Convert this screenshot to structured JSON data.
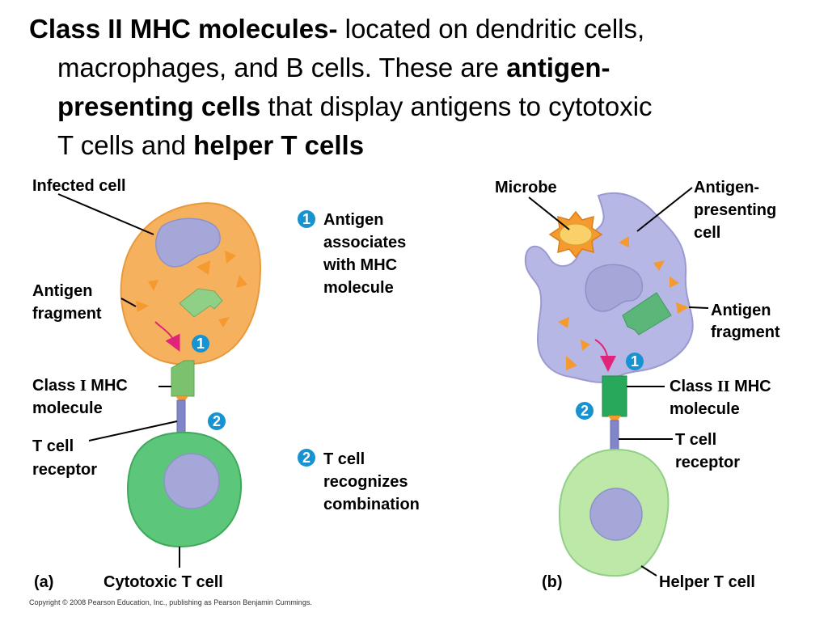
{
  "heading": {
    "term": "Class II MHC molecules-",
    "text1": " located on dendritic cells,",
    "text2": "macrophages, and B cells. These are ",
    "bold2": "antigen-",
    "bold3": "presenting cells",
    "text3": " that display antigens to cytotoxic",
    "text4": "T cells and ",
    "bold4": "helper T cells"
  },
  "left_panel": {
    "infected_cell": "Infected cell",
    "antigen_fragment": [
      "Antigen",
      "fragment"
    ],
    "class_prefix": "Class ",
    "class_roman": "I",
    "class_suffix": " MHC",
    "molecule": "molecule",
    "tcell_receptor": [
      "T cell",
      "receptor"
    ],
    "panel_label": "(a)",
    "cytotoxic": "Cytotoxic T cell"
  },
  "steps": {
    "step1_number": "1",
    "step1": [
      "Antigen",
      "associates",
      "with MHC",
      "molecule"
    ],
    "step2_number": "2",
    "step2": [
      "T cell",
      "recognizes",
      "combination"
    ]
  },
  "right_panel": {
    "microbe": "Microbe",
    "apc": [
      "Antigen-",
      "presenting",
      "cell"
    ],
    "antigen_fragment": [
      "Antigen",
      "fragment"
    ],
    "class_prefix": "Class ",
    "class_roman": "II",
    "class_suffix": " MHC",
    "molecule": "molecule",
    "tcell_receptor": [
      "T cell",
      "receptor"
    ],
    "panel_label": "(b)",
    "helper": "Helper T cell"
  },
  "copyright": "Copyright © 2008 Pearson Education, Inc., publishing as Pearson Benjamin Cummings.",
  "colors": {
    "infected_cell": "#f5b15e",
    "apc": "#b7b7e6",
    "tcell": "#5cc77a",
    "helper": "#bde8a8",
    "nucleus": "#a5a7d9",
    "mhc_green": "#7cc26e",
    "receptor": "#8186c8",
    "marker": "#1793d1",
    "antigen": "#f59a2e",
    "arrow": "#e0247a"
  }
}
